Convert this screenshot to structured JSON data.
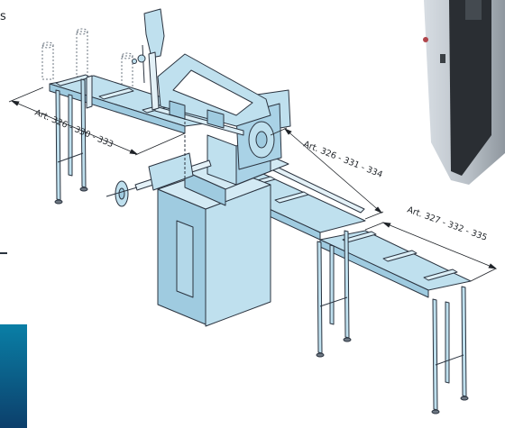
{
  "diagram": {
    "labels": {
      "left_table": "Art. 326 - 330 - 333",
      "right_table_near": "Art. 326 - 331 - 334",
      "right_table_far": "Art. 327 - 332 - 335"
    },
    "cropped_text": "s",
    "colors": {
      "part_fill": "#bfe0ee",
      "part_fill_dark": "#9fcbe0",
      "outline": "#2b3440",
      "photo_dark": "#262a2e",
      "photo_light": "#c6ccd3",
      "blue_panel_top": "#0a7fa6",
      "blue_panel_bottom": "#0c3f6b"
    }
  }
}
